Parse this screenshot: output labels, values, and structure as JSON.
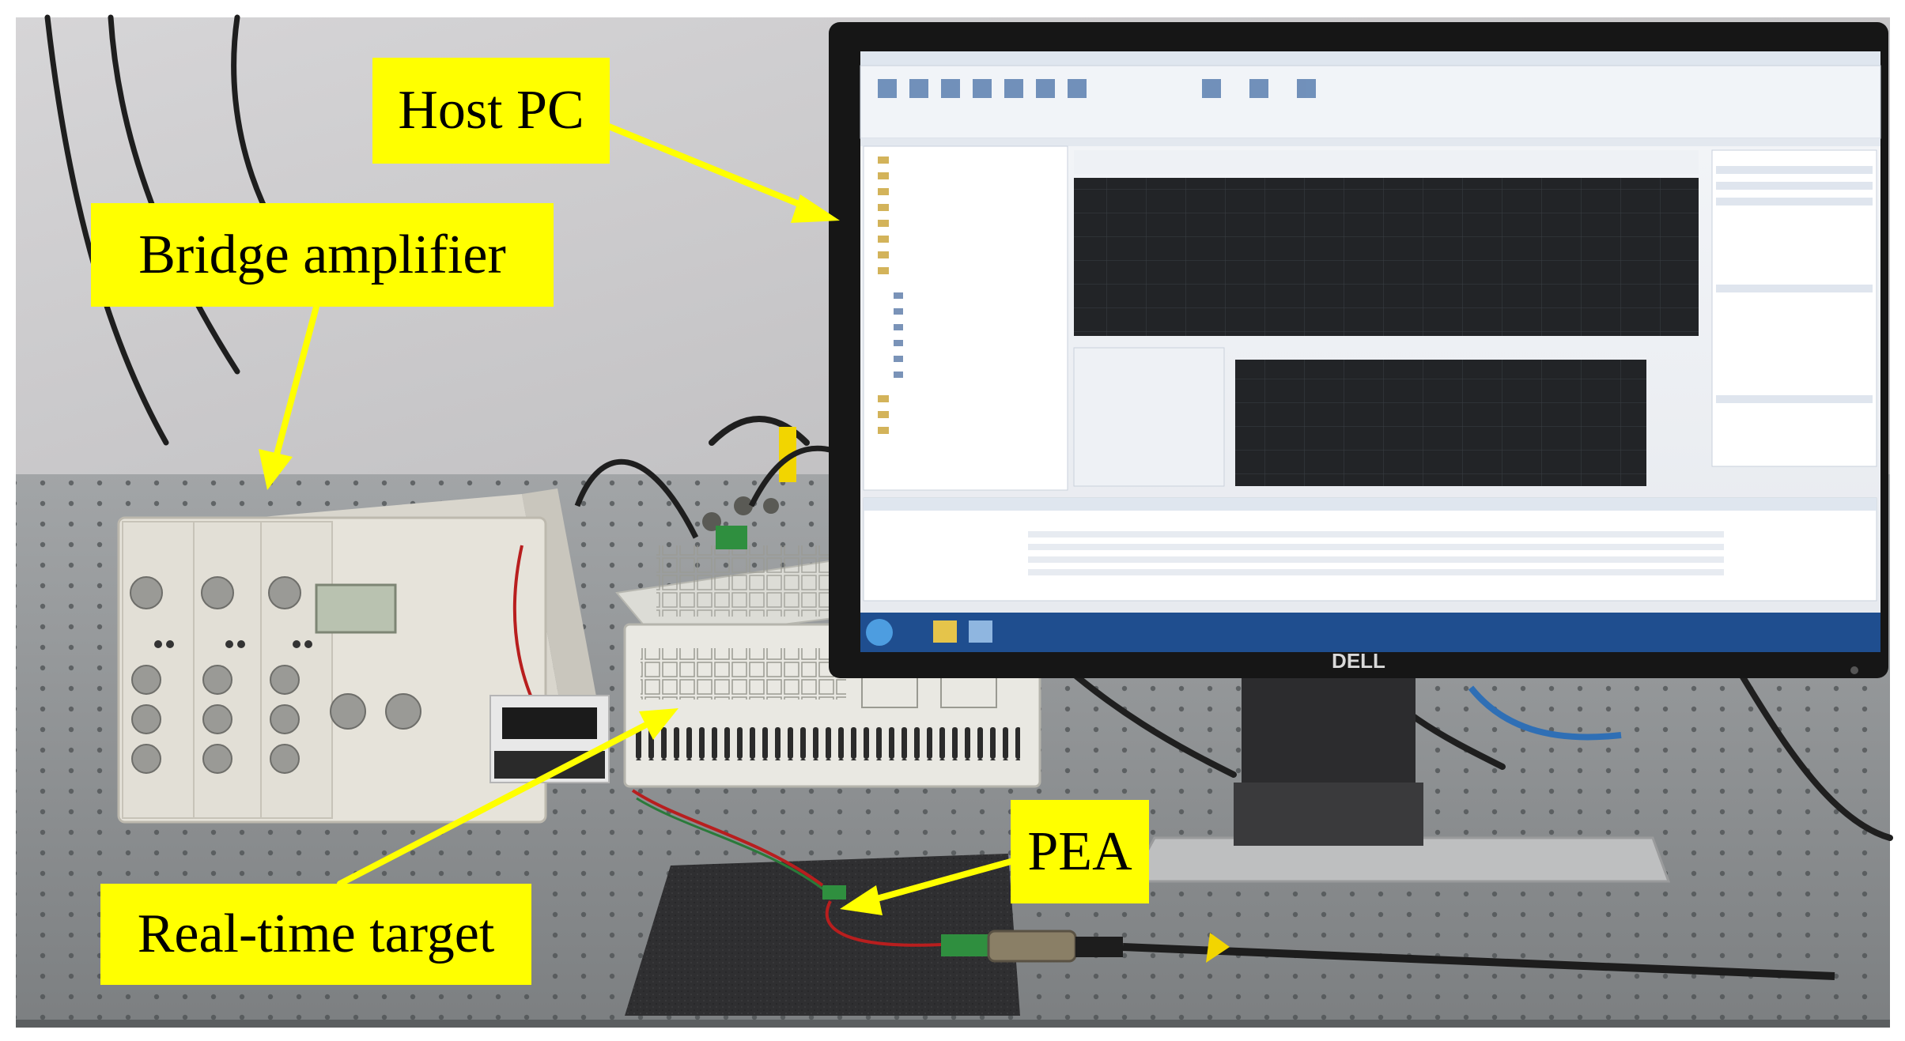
{
  "callouts": {
    "host_pc": "Host PC",
    "bridge_amplifier": "Bridge amplifier",
    "real_time_target": "Real-time target",
    "pea": "PEA"
  },
  "photo": {
    "monitor_brand": "DELL"
  },
  "colors": {
    "callout_bg": "#ffff00",
    "callout_text": "#000000",
    "arrow": "#ffff00",
    "wall": "#c9c8c9",
    "table": "#8a8d8e",
    "monitor_bezel": "#161616",
    "instrument_body": "#e6e3da"
  }
}
